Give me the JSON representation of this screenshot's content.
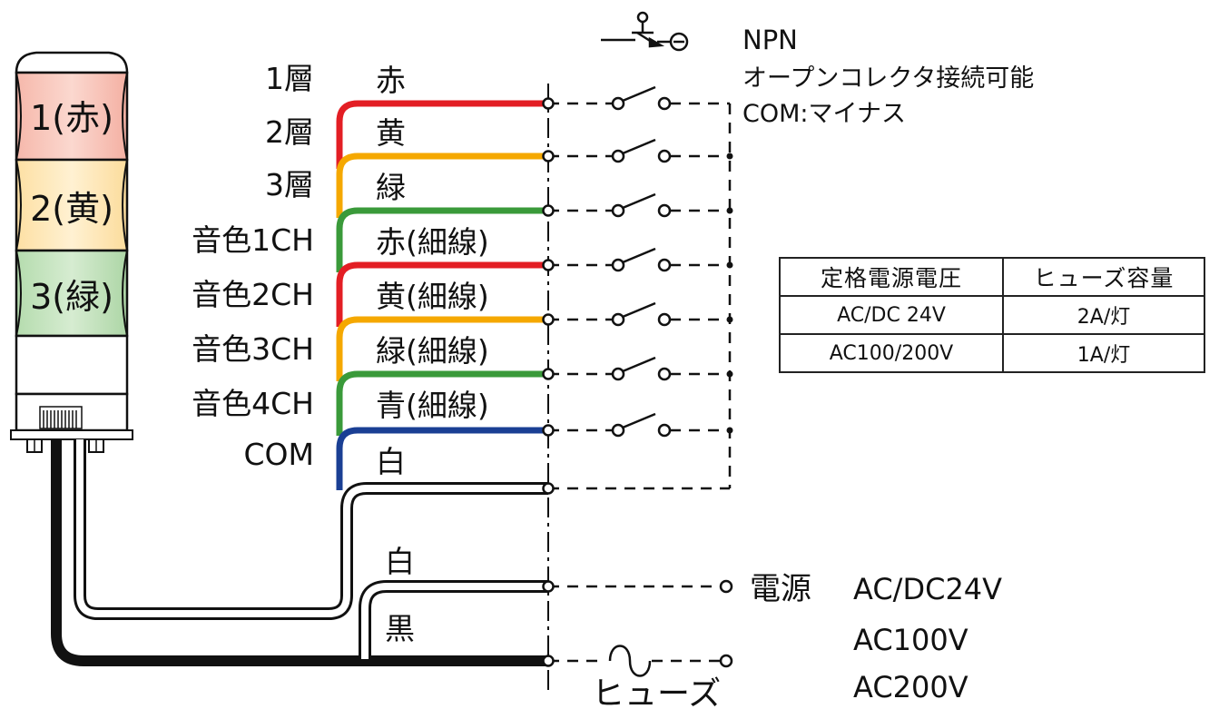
{
  "lamp": {
    "tiers": [
      "1(赤)",
      "2(黄)",
      "3(緑)"
    ]
  },
  "layers": [
    "1層",
    "2層",
    "3層",
    "音色1CH",
    "音色2CH",
    "音色3CH",
    "音色4CH",
    "COM"
  ],
  "wires": [
    "赤",
    "黄",
    "緑",
    "赤(細線)",
    "黄(細線)",
    "緑(細線)",
    "青(細線)",
    "白"
  ],
  "power_wires": [
    "白",
    "黒"
  ],
  "note": {
    "line1": "NPN",
    "line2": "オープンコレクタ接続可能",
    "line3": "COM:マイナス"
  },
  "power": {
    "label": "電源",
    "voltages": [
      "AC/DC24V",
      "AC100V",
      "AC200V"
    ]
  },
  "fuse_label": "ヒューズ",
  "spec_table": {
    "headers": [
      "定格電源電圧",
      "ヒューズ容量"
    ],
    "rows": [
      [
        "AC/DC 24V",
        "2A/灯"
      ],
      [
        "AC100/200V",
        "1A/灯"
      ]
    ]
  },
  "colors": {
    "red": "#e31e24",
    "yellow": "#f5a800",
    "green": "#3a9a3a",
    "blue": "#1a3f94",
    "lamp_red": "#f7c0b6",
    "lamp_yellow": "#fde7b4",
    "lamp_green": "#bfe0ba"
  }
}
